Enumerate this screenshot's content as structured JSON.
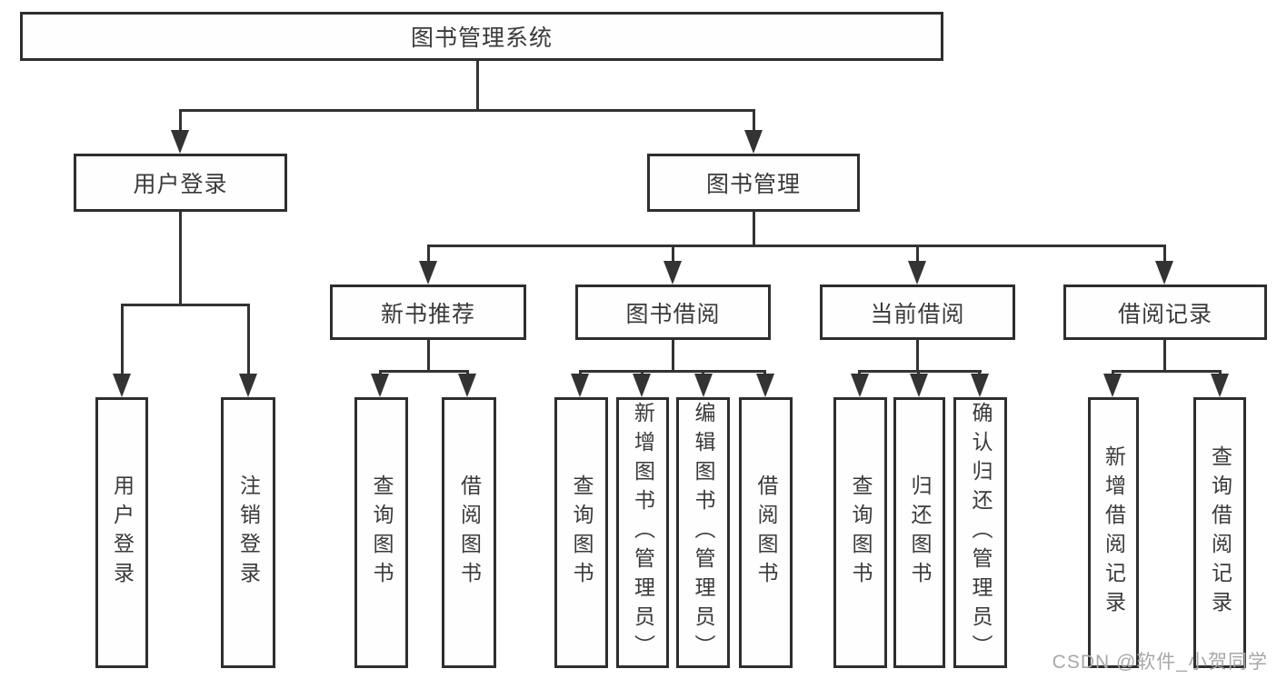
{
  "nodes": {
    "root": "图书管理系统",
    "user_login": "用户登录",
    "book_management": "图书管理",
    "new_book_recommend": "新书推荐",
    "book_borrow": "图书借阅",
    "current_borrow": "当前借阅",
    "borrow_records": "借阅记录",
    "leaf_user_login": "用户登录",
    "leaf_logout": "注销登录",
    "recommend_query_books": "查询图书",
    "recommend_borrow_books": "借阅图书",
    "borrow_query_books": "查询图书",
    "borrow_add_books": "新增图书（管理员）",
    "borrow_edit_books": "编辑图书（管理员）",
    "borrow_borrow_books": "借阅图书",
    "current_query_books": "查询图书",
    "current_return_books": "归还图书",
    "current_confirm_return": "确认归还（管理员）",
    "records_add_record": "新增借阅记录",
    "records_query_record": "查询借阅记录"
  },
  "hierarchy": {
    "图书管理系统": {
      "用户登录": [
        "用户登录",
        "注销登录"
      ],
      "图书管理": {
        "新书推荐": [
          "查询图书",
          "借阅图书"
        ],
        "图书借阅": [
          "查询图书",
          "新增图书（管理员）",
          "编辑图书（管理员）",
          "借阅图书"
        ],
        "当前借阅": [
          "查询图书",
          "归还图书",
          "确认归还（管理员）"
        ],
        "借阅记录": [
          "新增借阅记录",
          "查询借阅记录"
        ]
      }
    }
  },
  "watermark": "CSDN @软件_小贺同学",
  "colors": {
    "background": "#ffffff",
    "box_border": "#2e2e2e",
    "line": "#333333",
    "text": "#3a3a3a",
    "watermark": "#a8a8a8"
  }
}
